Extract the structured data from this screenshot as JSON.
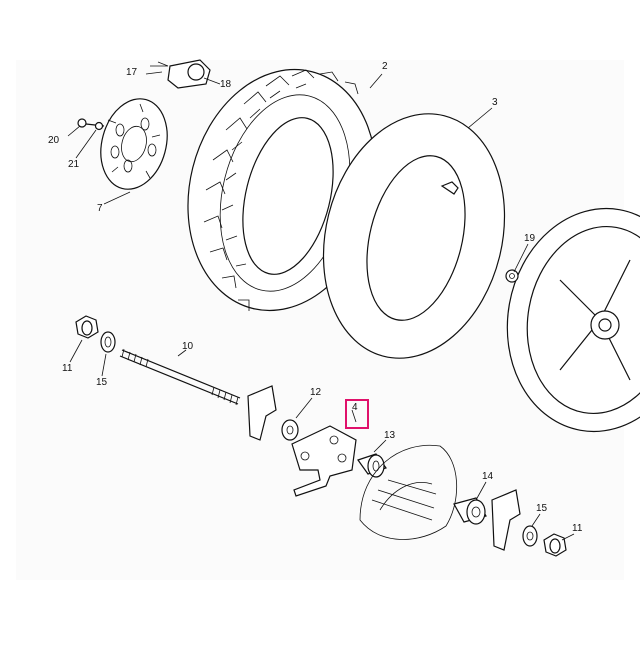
{
  "diagram": {
    "labels": {
      "p2": "2",
      "p3": "3",
      "p4": "4",
      "p7": "7",
      "p10": "10",
      "p11a": "11",
      "p11b": "11",
      "p12": "12",
      "p13": "13",
      "p14": "14",
      "p15a": "15",
      "p15b": "15",
      "p17": "17",
      "p18": "18",
      "p19": "19",
      "p20": "20",
      "p21": "21"
    },
    "highlight_color": "#e0116b"
  }
}
